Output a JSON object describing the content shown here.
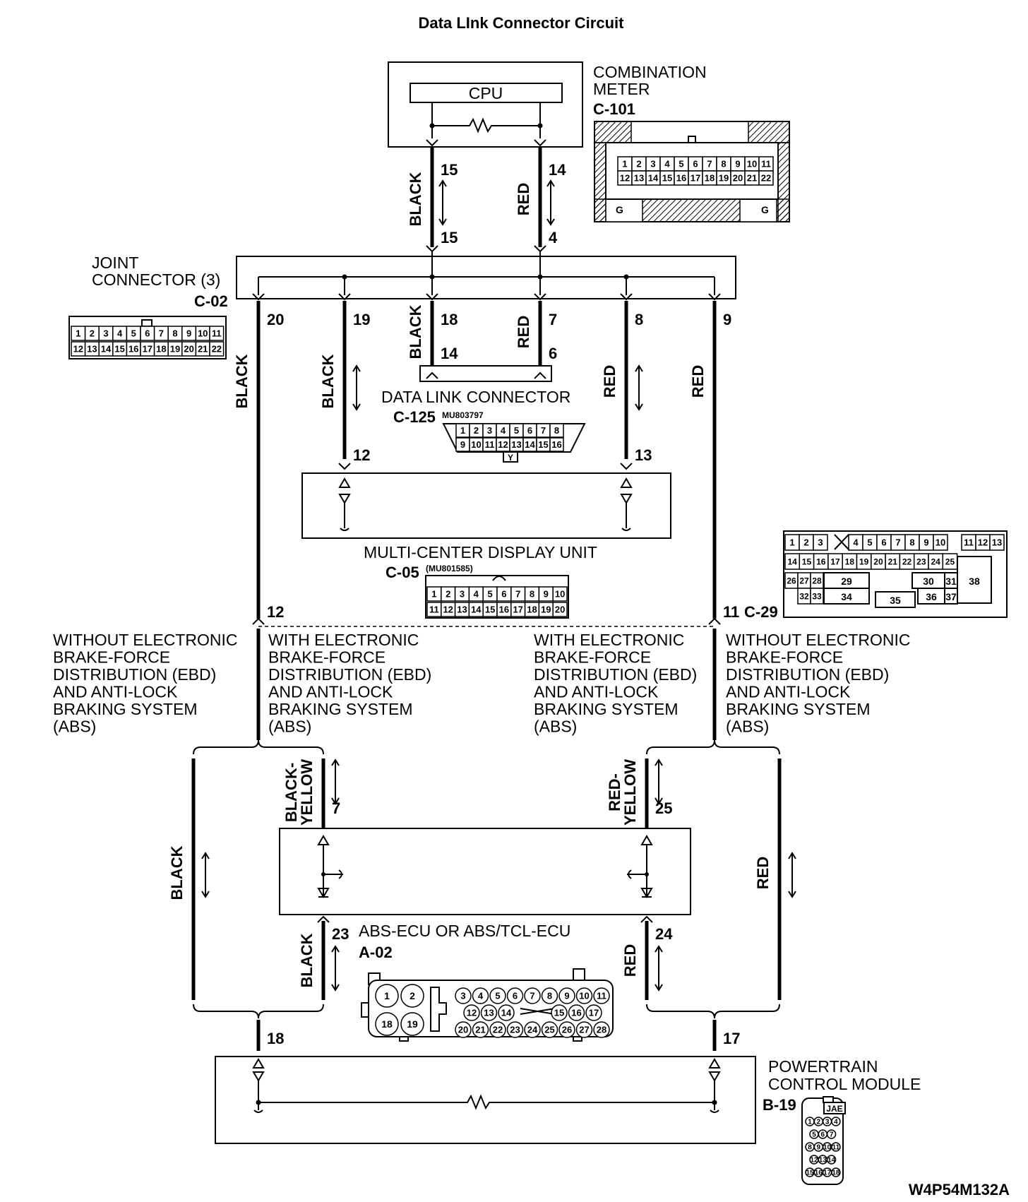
{
  "title": "Data LInk Connector Circuit",
  "drawing_code": "W4P54M132A",
  "components": {
    "combination_meter": {
      "name_line1": "COMBINATION",
      "name_line2": "METER",
      "connector": "C-101",
      "cpu": "CPU",
      "ground_mark": "G"
    },
    "joint_connector": {
      "name_line1": "JOINT",
      "name_line2": "CONNECTOR (3)",
      "connector": "C-02"
    },
    "data_link_connector": {
      "name": "DATA LINK CONNECTOR",
      "connector": "C-125",
      "part_no": "MU803797",
      "mark": "Y"
    },
    "multi_center_display": {
      "name": "MULTI-CENTER DISPLAY UNIT",
      "connector": "C-05",
      "part_no": "(MU801585)"
    },
    "abs_ecu": {
      "name": "ABS-ECU OR ABS/TCL-ECU",
      "connector": "A-02"
    },
    "pcm": {
      "name_line1": "POWERTRAIN",
      "name_line2": "CONTROL MODULE",
      "connector": "B-19",
      "badge": "JAE"
    },
    "c29": {
      "connector": "C-29"
    }
  },
  "pins": {
    "cpu_left": "15",
    "cpu_right": "14",
    "jc_in_left": "15",
    "jc_in_right": "4",
    "jc_out": [
      "20",
      "19",
      "18",
      "7",
      "8",
      "9"
    ],
    "dlc_left": "14",
    "dlc_right": "6",
    "mcd_left": "12",
    "mcd_right": "13",
    "c05_left": "12",
    "c29_right": "11",
    "abs_in_left": "7",
    "abs_in_right": "25",
    "abs_out_left": "23",
    "abs_out_right": "24",
    "pcm_left": "18",
    "pcm_right": "17"
  },
  "wire_colors": {
    "black": "BLACK",
    "red": "RED",
    "black_yellow_1": "BLACK-",
    "black_yellow_2": "YELLOW",
    "red_yellow_1": "RED-",
    "red_yellow_2": "YELLOW"
  },
  "notes": {
    "without": [
      "WITHOUT ELECTRONIC",
      "BRAKE-FORCE",
      "DISTRIBUTION (EBD)",
      "AND ANTI-LOCK",
      "BRAKING SYSTEM",
      "(ABS)"
    ],
    "with": [
      "WITH ELECTRONIC",
      "BRAKE-FORCE",
      "DISTRIBUTION (EBD)",
      "AND ANTI-LOCK",
      "BRAKING SYSTEM",
      "(ABS)"
    ]
  },
  "connector_faces": {
    "c101_row1": [
      "1",
      "2",
      "3",
      "4",
      "5",
      "6",
      "7",
      "8",
      "9",
      "10",
      "11"
    ],
    "c101_row2": [
      "12",
      "13",
      "14",
      "15",
      "16",
      "17",
      "18",
      "19",
      "20",
      "21",
      "22"
    ],
    "c02_row1": [
      "1",
      "2",
      "3",
      "4",
      "5",
      "6",
      "7",
      "8",
      "9",
      "10",
      "11"
    ],
    "c02_row2": [
      "12",
      "13",
      "14",
      "15",
      "16",
      "17",
      "18",
      "19",
      "20",
      "21",
      "22"
    ],
    "c125_row1": [
      "1",
      "2",
      "3",
      "4",
      "5",
      "6",
      "7",
      "8"
    ],
    "c125_row2": [
      "9",
      "10",
      "11",
      "12",
      "13",
      "14",
      "15",
      "16"
    ],
    "c05_row1": [
      "1",
      "2",
      "3",
      "4",
      "5",
      "6",
      "7",
      "8",
      "9",
      "10"
    ],
    "c05_row2": [
      "11",
      "12",
      "13",
      "14",
      "15",
      "16",
      "17",
      "18",
      "19",
      "20"
    ],
    "c29_row1a": [
      "1",
      "2",
      "3"
    ],
    "c29_row1b": [
      "4",
      "5",
      "6",
      "7",
      "8",
      "9",
      "10"
    ],
    "c29_row1c": [
      "11",
      "12",
      "13"
    ],
    "c29_row2": [
      "14",
      "15",
      "16",
      "17",
      "18",
      "19",
      "20",
      "21",
      "22",
      "23",
      "24",
      "25"
    ],
    "c29_row3a": [
      "26",
      "27",
      "28"
    ],
    "c29_row3_29": "29",
    "c29_row3_30": "30",
    "c29_row3_31": "31",
    "c29_row4a": [
      "32",
      "33"
    ],
    "c29_row4_34": "34",
    "c29_row4_35": "35",
    "c29_row4_36": "36",
    "c29_row4_37": "37",
    "c29_big": "38",
    "a02_big": [
      "1",
      "2",
      "18",
      "19"
    ],
    "a02_row1": [
      "3",
      "4",
      "5",
      "6",
      "7",
      "8",
      "9",
      "10",
      "11"
    ],
    "a02_row2a": [
      "12",
      "13",
      "14"
    ],
    "a02_row2b": [
      "15",
      "16",
      "17"
    ],
    "a02_row3": [
      "20",
      "21",
      "22",
      "23",
      "24",
      "25",
      "26",
      "27",
      "28"
    ],
    "b19_row1": [
      "1",
      "2",
      "3",
      "4"
    ],
    "b19_row2": [
      "5",
      "6",
      "7"
    ],
    "b19_row3": [
      "8",
      "9",
      "10",
      "11"
    ],
    "b19_row4": [
      "12",
      "13",
      "14"
    ],
    "b19_row5": [
      "15",
      "16",
      "17",
      "18"
    ]
  }
}
